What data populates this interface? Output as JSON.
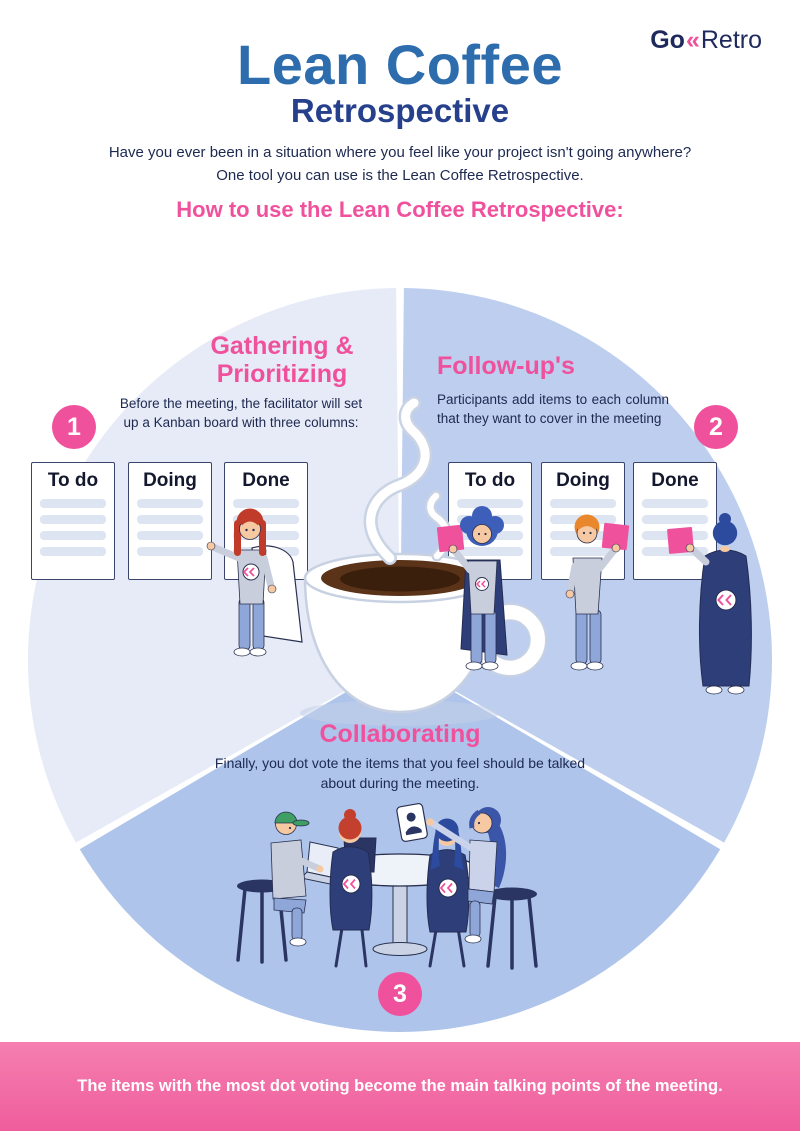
{
  "logo": {
    "prefix": "Go",
    "chevrons": "«",
    "suffix": "Retro"
  },
  "header": {
    "title": "Lean Coffee",
    "subtitle": "Retrospective",
    "intro_line1": "Have you ever been in a situation where you feel like your project isn't going anywhere?",
    "intro_line2": "One tool you can use is the Lean Coffee Retrospective.",
    "section_heading": "How to use the Lean Coffee Retrospective:"
  },
  "steps": [
    {
      "number": "1",
      "title": "Gathering & Prioritizing",
      "description": "Before the meeting, the facilitator will set up a Kanban board with three columns:"
    },
    {
      "number": "2",
      "title": "Follow-up's",
      "description": "Participants add items to each column that they want to cover in the meeting"
    },
    {
      "number": "3",
      "title": "Collaborating",
      "description": "Finally, you dot vote the items that you feel should be talked about during the meeting."
    }
  ],
  "kanban_columns": [
    "To do",
    "Doing",
    "Done"
  ],
  "footer": {
    "text": "The items with the most dot voting become the main talking points of the meeting."
  },
  "colors": {
    "title_blue": "#2E6DAD",
    "subtitle_navy": "#26408C",
    "body_navy": "#1D2950",
    "accent_pink": "#F0519C",
    "banner_pink": "#F272A6",
    "sector_left": "#E6EBF7",
    "sector_right": "#BDCEEF",
    "sector_bottom": "#AFC4EB"
  }
}
